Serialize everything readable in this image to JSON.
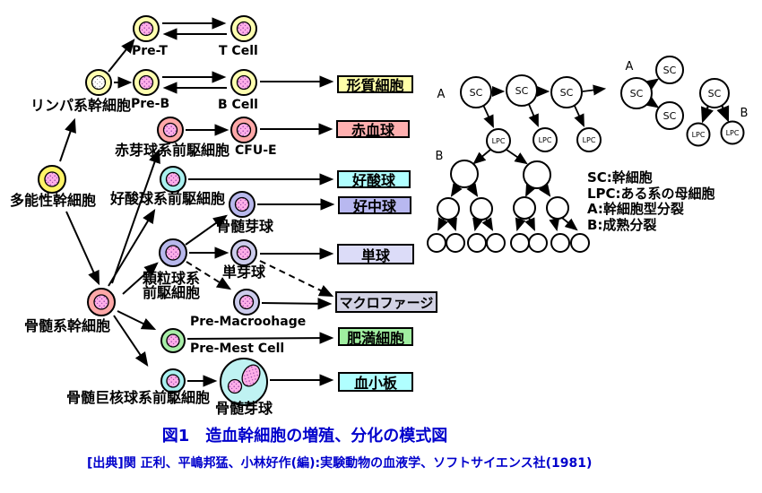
{
  "figure": {
    "title": "図1　造血幹細胞の増殖、分化の模式図",
    "caption": "[出典]関 正利、平嶋邦猛、小林好作(編):実験動物の血液学、ソフトサイエンス社(1981)",
    "text_color": "#0000CC"
  },
  "cells": {
    "pre_t": "Pre-T",
    "t_cell": "T Cell",
    "lymphoid_stem": "リンパ系幹細胞",
    "pre_b": "Pre-B",
    "b_cell": "B Cell",
    "erythroid_progenitor": "赤芽球系前駆細胞",
    "cfu_e": "CFU-E",
    "pluripotent_stem": "多能性幹細胞",
    "eosinophil_progenitor": "好酸球系前駆細胞",
    "myeloblast": "骨髄芽球",
    "granulocyte_line1": "顆粒球系",
    "granulocyte_line2": "前駆細胞",
    "monoblast": "単芽球",
    "myeloid_stem": "骨髄系幹細胞",
    "pre_macrophage": "Pre-Macroohage",
    "pre_mast": "Pre-Mest Cell",
    "megakaryocyte_progenitor": "骨髄巨核球系前駆細胞",
    "megakaryoblast": "骨髄芽球"
  },
  "boxes": [
    {
      "label": "形質細胞",
      "color": "#FFFFA8"
    },
    {
      "label": "赤血球",
      "color": "#FFB0B0"
    },
    {
      "label": "好酸球",
      "color": "#B0FFFF"
    },
    {
      "label": "好中球",
      "color": "#B8B8F0"
    },
    {
      "label": "単球",
      "color": "#DCDCF8"
    },
    {
      "label": "マクロファージ",
      "color": "#D2D2E4"
    },
    {
      "label": "肥満細胞",
      "color": "#A0EEA0"
    },
    {
      "label": "血小板",
      "color": "#B0FFFF"
    }
  ],
  "division": {
    "sc": "SC",
    "lpc": "LPC",
    "a": "A",
    "b": "B"
  },
  "legend": {
    "line1": "SC:幹細胞",
    "line2": "LPC:ある系の母細胞",
    "line3": "A:幹細胞型分裂",
    "line4": "B:成熟分裂"
  }
}
